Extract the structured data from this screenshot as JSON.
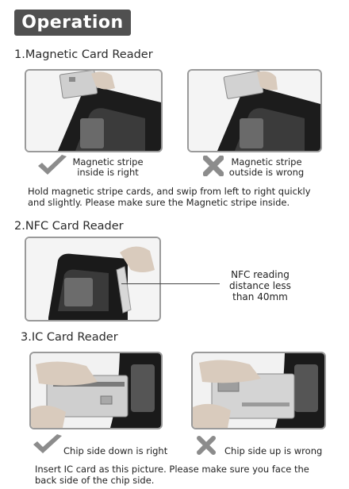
{
  "title": "Operation",
  "sections": {
    "magnetic": {
      "heading": "1.Magnetic Card Reader",
      "caption_right_line1": "Magnetic stripe",
      "caption_right_line2": "inside is right",
      "caption_wrong_line1": "Magnetic stripe",
      "caption_wrong_line2": "outside is wrong",
      "instruction_line1": "Hold magnetic stripe cards, and swip from left to right quickly",
      "instruction_line2": "and slightly. Please make sure the Magnetic stripe inside."
    },
    "nfc": {
      "heading": "2.NFC Card Reader",
      "callout_line1": "NFC reading",
      "callout_line2": "distance less",
      "callout_line3": "than 40mm"
    },
    "ic": {
      "heading": "3.IC Card Reader",
      "caption_right": "Chip side down is right",
      "caption_wrong": "Chip side up is wrong",
      "instruction_line1": "Insert IC card as this picture. Please make sure you face the",
      "instruction_line2": "back side of the chip side."
    }
  },
  "icons": {
    "right": "check-icon",
    "wrong": "cross-icon"
  },
  "colors": {
    "banner_bg": "#505050",
    "mark_gray": "#8c8c8c",
    "frame": "#9a9a9a"
  }
}
